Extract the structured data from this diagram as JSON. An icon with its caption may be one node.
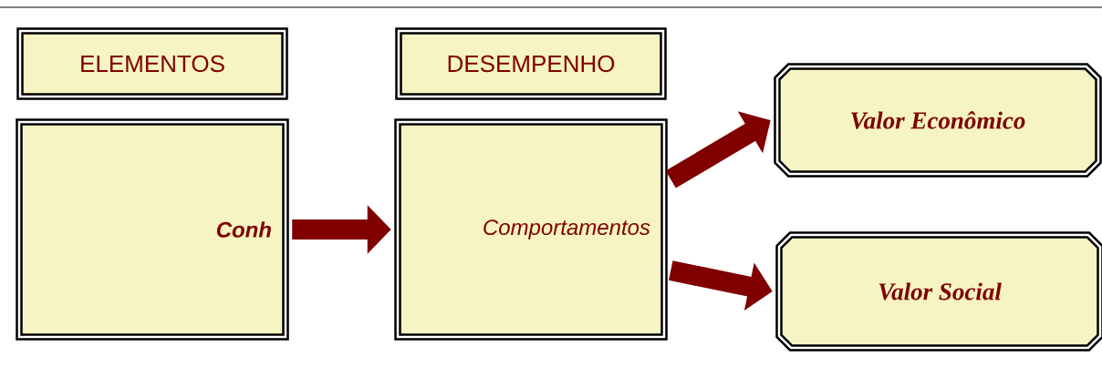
{
  "diagram": {
    "nodes": [
      {
        "text": [
          "ELEMENTOS"
        ]
      },
      {
        "text": [
          "Conh"
        ]
      },
      {
        "text": [
          "DESEMPENHO"
        ]
      },
      {
        "text": [
          "Comportamentos"
        ]
      },
      {
        "text": [
          "Valor Econômico"
        ]
      },
      {
        "text": [
          "Valor Social"
        ]
      }
    ],
    "edges": [
      {
        "from": 1,
        "to": 3,
        "arrow": "to"
      },
      {
        "from": 3,
        "to": 4,
        "arrow": "to"
      },
      {
        "from": 3,
        "to": 5,
        "arrow": "to"
      }
    ]
  }
}
